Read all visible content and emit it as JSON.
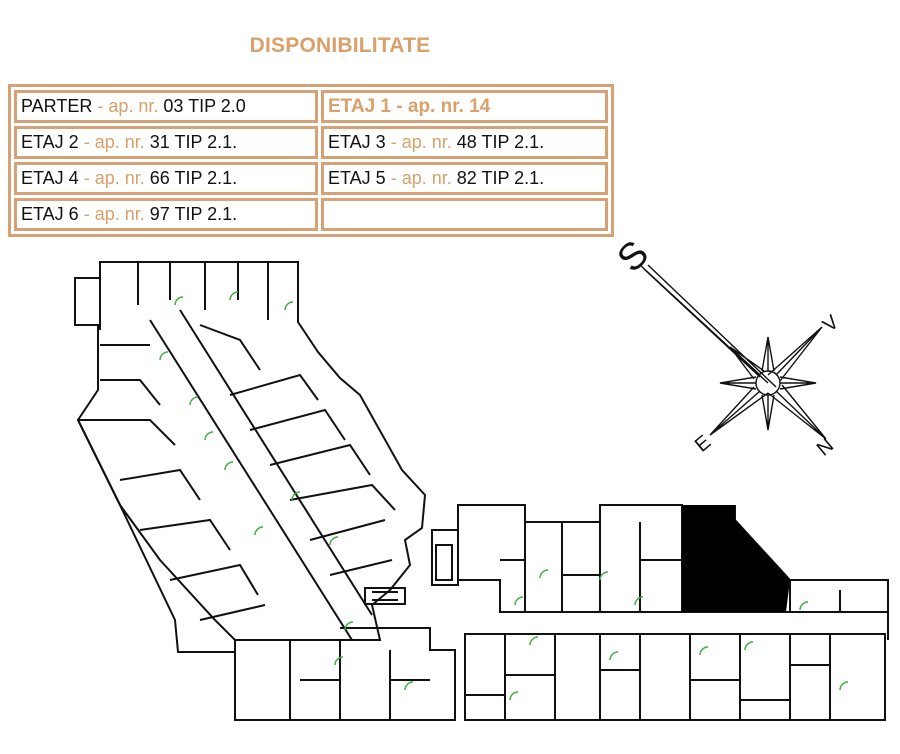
{
  "title": "DISPONIBILITATE",
  "colors": {
    "accent": "#d9a06a",
    "table_border": "#d6a275",
    "wall": "#111111",
    "door": "#3fae3f",
    "occupied": "#000000"
  },
  "availability": {
    "rows": [
      [
        {
          "floor": "PARTER",
          "sep": "- ap. nr.",
          "rest": "03 TIP 2.0"
        },
        {
          "highlight": "ETAJ 1 - ap. nr. 14"
        }
      ],
      [
        {
          "floor": "ETAJ  2",
          "sep": "- ap. nr.",
          "rest": "31 TIP 2.1."
        },
        {
          "floor": "ETAJ 3",
          "sep": "- ap. nr.",
          "rest": "48 TIP 2.1."
        }
      ],
      [
        {
          "floor": "ETAJ  4",
          "sep": "- ap. nr.",
          "rest": "66 TIP 2.1."
        },
        {
          "floor": "ETAJ 5",
          "sep": "- ap. nr.",
          "rest": "82 TIP 2.1."
        }
      ],
      [
        {
          "floor": "ETAJ  6",
          "sep": "- ap. nr.",
          "rest": "97 TIP 2.1."
        },
        {
          "floor": "",
          "sep": "",
          "rest": ""
        }
      ]
    ]
  },
  "compass": {
    "north": "N",
    "south": "S",
    "east": "E",
    "west": "V"
  },
  "icons": {
    "compass": "compass-rose-icon",
    "door": "door-swing-icon"
  }
}
